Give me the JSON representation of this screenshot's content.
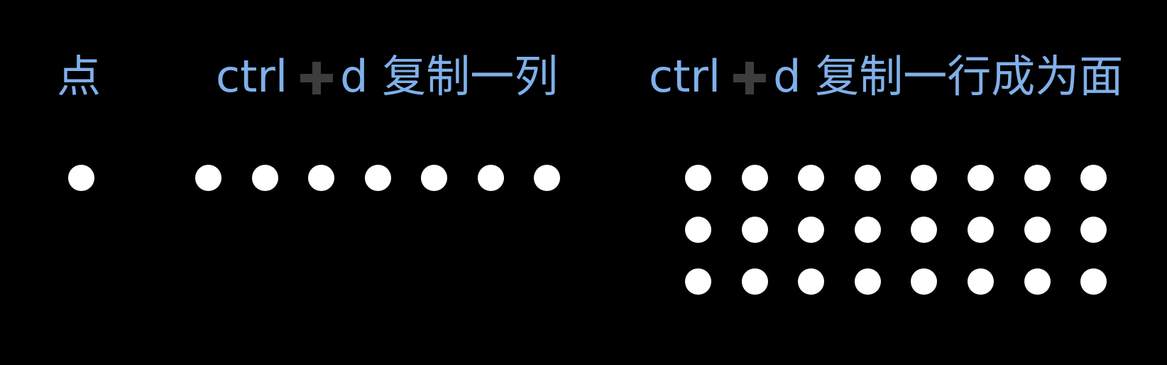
{
  "labels": {
    "point": "点",
    "column": {
      "key": "ctrl",
      "suffix": "d 复制一列"
    },
    "plane": {
      "key": "ctrl",
      "suffix": "d 复制一行成为面"
    }
  },
  "icons": {
    "plus": "plus-icon"
  },
  "colors": {
    "background": "#000000",
    "label_text": "#7fb0ea",
    "plus_sign": "#3d3d3d",
    "dot": "#ffffff"
  },
  "groups": {
    "point": {
      "rows": 1,
      "cols": 1
    },
    "column": {
      "rows": 1,
      "cols": 7
    },
    "plane": {
      "rows": 3,
      "cols": 8
    }
  }
}
